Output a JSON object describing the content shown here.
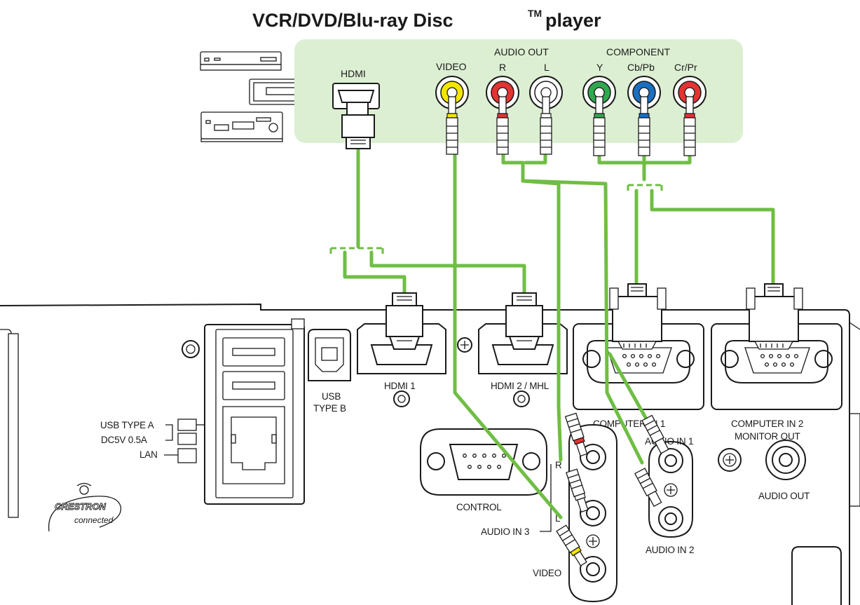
{
  "title": {
    "main": "VCR/DVD/Blu-ray Disc",
    "tm": "TM",
    "suffix": " player"
  },
  "source_device": {
    "labels": {
      "hdmi": "HDMI",
      "video": "VIDEO",
      "audio_out": "AUDIO OUT",
      "r": "R",
      "l": "L",
      "component": "COMPONENT",
      "y": "Y",
      "cb_pb": "Cb/Pb",
      "cr_pr": "Cr/Pr"
    },
    "colors": {
      "panel": "#dcefd2",
      "yellow": "#f5e600",
      "red": "#e53331",
      "white": "#ffffff",
      "green": "#2fa84f",
      "blue": "#1a6fc0"
    }
  },
  "projector_panel": {
    "labels": {
      "usb_type_b_line1": "USB",
      "usb_type_b_line2": "TYPE B",
      "hdmi1": "HDMI 1",
      "hdmi2_mhl": "HDMI 2 / MHL",
      "computer_in1": "COMPUTER IN 1",
      "computer_in2": "COMPUTER IN 2",
      "monitor_out": "MONITOR OUT",
      "audio_in1": "AUDIO IN 1",
      "audio_in2": "AUDIO IN 2",
      "audio_in3": "AUDIO IN 3",
      "audio_out": "AUDIO OUT",
      "control": "CONTROL",
      "video": "VIDEO",
      "usb_type_a": "USB TYPE A",
      "dc5v": "DC5V 0.5A",
      "lan": "LAN",
      "r": "R",
      "l": "L"
    }
  },
  "logo": {
    "brand": "CRESTRON",
    "sub": "connected"
  },
  "colors": {
    "cable": "#6fbe44"
  }
}
